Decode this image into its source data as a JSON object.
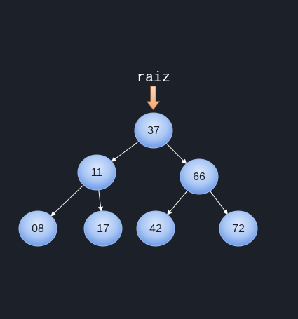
{
  "diagram": {
    "root_label": "raiz",
    "nodes": [
      {
        "id": "n37",
        "value": "37"
      },
      {
        "id": "n11",
        "value": "11"
      },
      {
        "id": "n66",
        "value": "66"
      },
      {
        "id": "n08",
        "value": "08"
      },
      {
        "id": "n17",
        "value": "17"
      },
      {
        "id": "n42",
        "value": "42"
      },
      {
        "id": "n72",
        "value": "72"
      }
    ],
    "edges": [
      {
        "from": "37",
        "to": "11"
      },
      {
        "from": "37",
        "to": "66"
      },
      {
        "from": "11",
        "to": "08"
      },
      {
        "from": "11",
        "to": "17"
      },
      {
        "from": "66",
        "to": "42"
      },
      {
        "from": "66",
        "to": "72"
      }
    ],
    "colors": {
      "background": "#1c2028",
      "node_light": "#d7e6fb",
      "node_dark": "#6d9ae6",
      "node_stroke": "#9dbcf0",
      "edge": "#ffffff",
      "root_arrow": "#f3b183",
      "root_arrow_stroke": "#e08a4e"
    }
  }
}
